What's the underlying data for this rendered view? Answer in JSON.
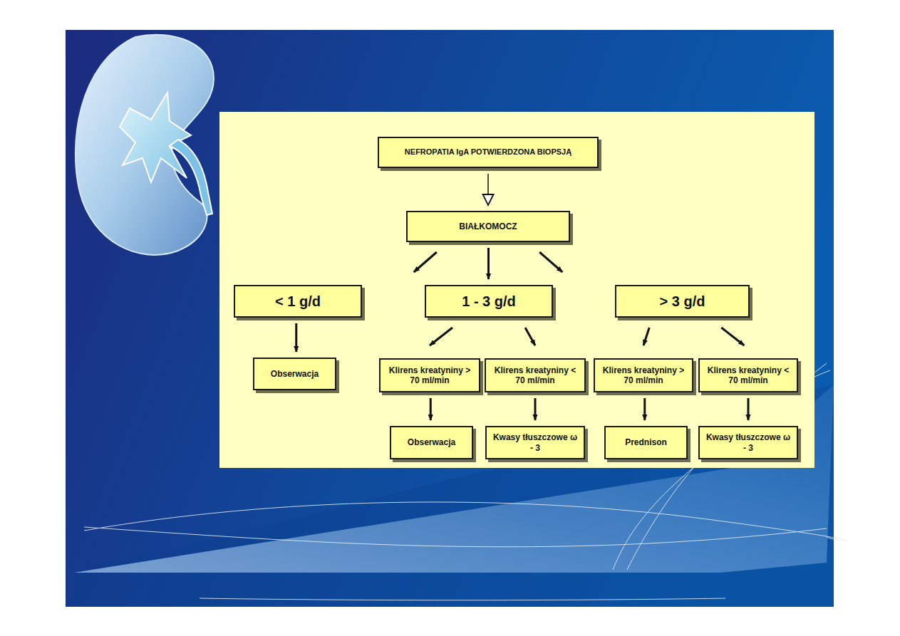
{
  "diagram": {
    "nodes": [
      {
        "text": [
          "NEFROPATIA IgA POTWIERDZONA BIOPSJĄ"
        ]
      },
      {
        "text": [
          "BIAŁKOMOCZ"
        ]
      },
      {
        "text": [
          "< 1 g/d"
        ]
      },
      {
        "text": [
          "1 - 3 g/d"
        ]
      },
      {
        "text": [
          "> 3 g/d"
        ]
      },
      {
        "text": [
          "Obserwacja"
        ]
      },
      {
        "text": [
          "Klirens kreatyniny > 70 ml/min"
        ]
      },
      {
        "text": [
          "Klirens kreatyniny < 70 ml/min"
        ]
      },
      {
        "text": [
          "Klirens kreatyniny > 70 ml/min"
        ]
      },
      {
        "text": [
          "Klirens kreatyniny < 70 ml/min"
        ]
      },
      {
        "text": [
          "Obserwacja"
        ]
      },
      {
        "text": [
          "Kwasy tłuszczowe ω - 3"
        ]
      },
      {
        "text": [
          "Prednison"
        ]
      },
      {
        "text": [
          "Kwasy tłuszczowe ω - 3"
        ]
      }
    ],
    "edges": [
      {
        "from": 0,
        "to": 1,
        "arrow": "to"
      },
      {
        "from": 1,
        "to": 2,
        "arrow": "to"
      },
      {
        "from": 1,
        "to": 3,
        "arrow": "to"
      },
      {
        "from": 1,
        "to": 4,
        "arrow": "to"
      },
      {
        "from": 2,
        "to": 5,
        "arrow": "to"
      },
      {
        "from": 3,
        "to": 6,
        "arrow": "to"
      },
      {
        "from": 3,
        "to": 7,
        "arrow": "to"
      },
      {
        "from": 4,
        "to": 8,
        "arrow": "to"
      },
      {
        "from": 4,
        "to": 9,
        "arrow": "to"
      },
      {
        "from": 6,
        "to": 10,
        "arrow": "to"
      },
      {
        "from": 7,
        "to": 11,
        "arrow": "to"
      },
      {
        "from": 8,
        "to": 12,
        "arrow": "to"
      },
      {
        "from": 9,
        "to": 13,
        "arrow": "to"
      }
    ]
  }
}
